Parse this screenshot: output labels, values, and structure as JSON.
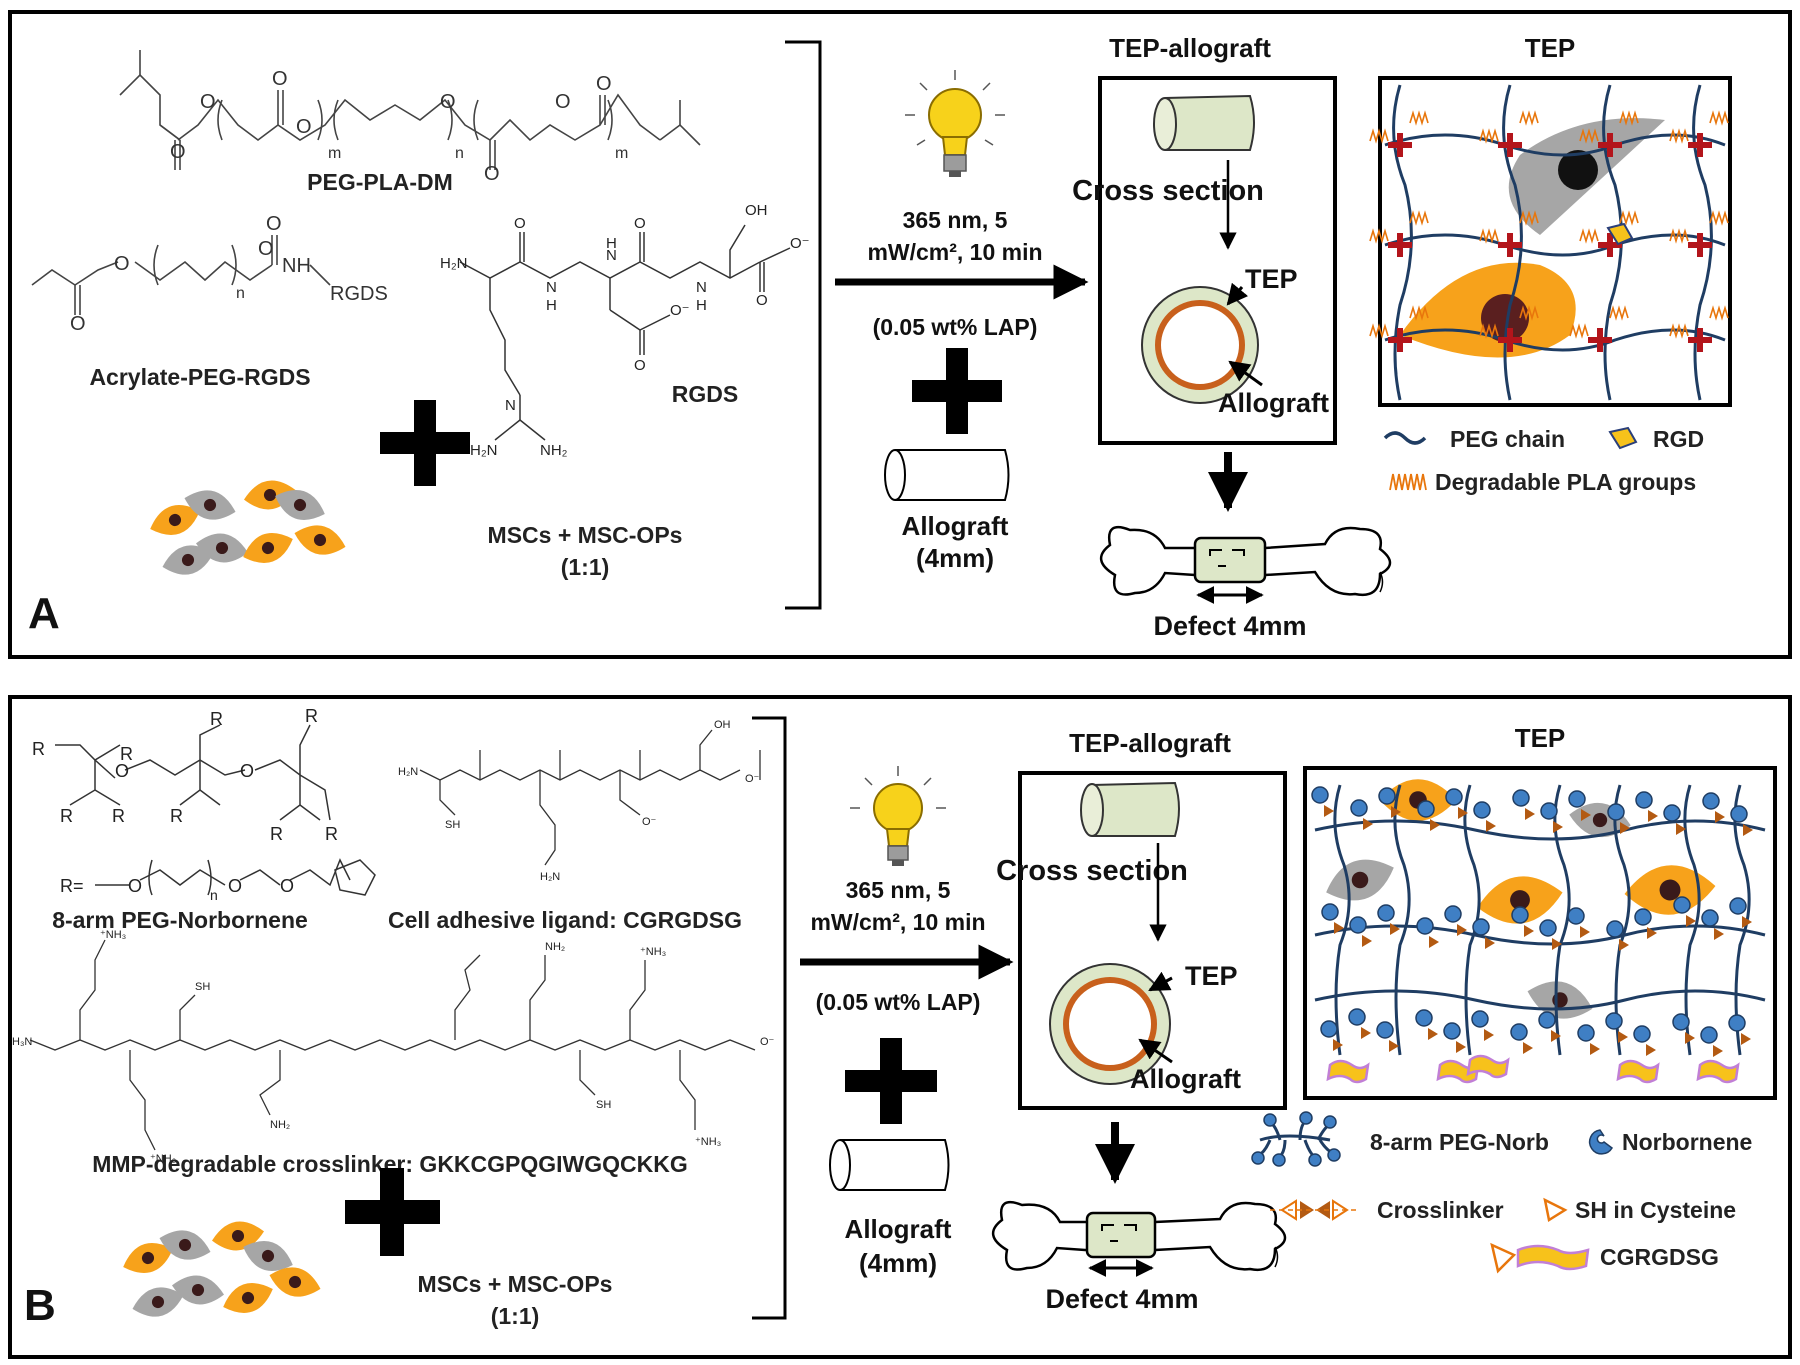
{
  "panel_a": {
    "letter": "A",
    "polymer1": "PEG-PLA-DM",
    "polymer2": "Acrylate-PEG-RGDS",
    "peptide": "RGDS",
    "chem": {
      "rgds_tag": "RGDS",
      "nh": "NH",
      "n": "n",
      "m": "m",
      "o": "O",
      "h2n": "H₂N",
      "nh2": "NH₂",
      "h": "H",
      "oh": "OH",
      "o_minus": "O⁻"
    },
    "cells_label": "MSCs + MSC-OPs",
    "cells_ratio": "(1:1)",
    "light_line1": "365 nm, 5",
    "light_line2": "mW/cm², 10 min",
    "lap": "(0.05 wt% LAP)",
    "allograft_label": "Allograft",
    "allograft_size": "(4mm)",
    "tep_allograft_title": "TEP-allograft",
    "cross_section": "Cross section",
    "tep": "TEP",
    "allograft": "Allograft",
    "defect": "Defect 4mm",
    "tep_title": "TEP",
    "legend": {
      "peg_chain": "PEG chain",
      "rgd": "RGD",
      "pla": "Degradable PLA groups"
    }
  },
  "panel_b": {
    "letter": "B",
    "polymer": "8-arm PEG-Norbornene",
    "ligand": "Cell adhesive ligand: CGRGDSG",
    "r_eq": "R=",
    "r": "R",
    "crosslinker": "MMP-degradable crosslinker: GKKCGPQGIWGQCKKG",
    "cells_label": "MSCs + MSC-OPs",
    "cells_ratio": "(1:1)",
    "light_line1": "365 nm, 5",
    "light_line2": "mW/cm², 10 min",
    "lap": "(0.05 wt% LAP)",
    "allograft_label": "Allograft",
    "allograft_size": "(4mm)",
    "tep_allograft_title": "TEP-allograft",
    "cross_section": "Cross section",
    "tep": "TEP",
    "allograft": "Allograft",
    "defect": "Defect 4mm",
    "tep_title": "TEP",
    "legend": {
      "peg_norb": "8-arm PEG-Norb",
      "norbornene": "Norbornene",
      "crosslinker": "Crosslinker",
      "sh": "SH in Cysteine",
      "cgrgdsg": "CGRGDSG"
    }
  },
  "colors": {
    "orange": "#f7a21b",
    "gray": "#a6a6a6",
    "peg_blue": "#1f3d63",
    "norb_blue": "#3f7fc4",
    "pla_orange": "#e8760c",
    "cross_red": "#b3151b",
    "allograft_fill": "#dde7c8",
    "ring_orange": "#c8601c"
  }
}
